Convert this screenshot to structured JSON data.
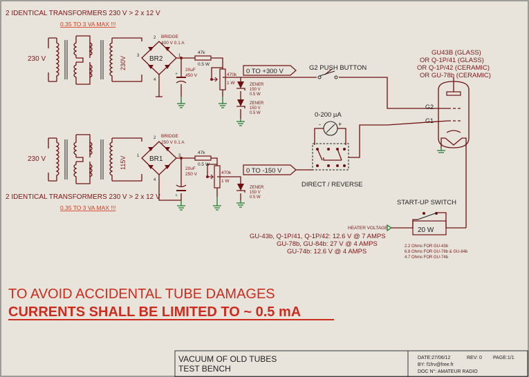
{
  "colors": {
    "background": "#e8e4dc",
    "wire": "#6e1010",
    "label_red": "#cc2b1d",
    "ground_green": "#1a7a2a"
  },
  "top_supply": {
    "transformer_title": "2 IDENTICAL TRANSFORMERS 230 V > 2 x 12 V",
    "va_note": "0.35 TO 3 VA MAX !!!",
    "input_voltage": "230 V",
    "secondary_label": "230V",
    "bridge_label": "BRIDGE",
    "bridge_rating": "400 V  0.1 A",
    "bridge_ref": "BR2",
    "resistor_value": "47k",
    "resistor_power": "0.5 W",
    "cap_value": "20uF",
    "cap_voltage": "450 V",
    "pot_value": "470k",
    "pot_power": "1 W",
    "zener1": [
      "ZENER",
      "150 V",
      "0.5 W"
    ],
    "zener2": [
      "ZENER",
      "150 V",
      "0.5 W"
    ],
    "output_label": "0 TO +300 V",
    "pin_numbers": [
      "1",
      "2",
      "3",
      "4"
    ]
  },
  "bottom_supply": {
    "transformer_title": "2 IDENTICAL TRANSFORMERS 230 V > 2 x 12 V",
    "va_note": "0.35 TO 3 VA MAX !!!",
    "input_voltage": "230 V",
    "secondary_label": "115V",
    "bridge_label": "BRIDGE",
    "bridge_rating": "250 V  0.1 A",
    "bridge_ref": "BR1",
    "resistor_value": "47k",
    "resistor_power": "0.5 W",
    "cap_value": "20uF",
    "cap_voltage": "250 V",
    "pot_value": "470k",
    "pot_power": "1 W",
    "zener1": [
      "ZENER",
      "150 V",
      "0.5 W"
    ],
    "output_label": "0 TO -150 V",
    "pin_numbers": [
      "1",
      "2",
      "3",
      "4"
    ]
  },
  "g2_button": "G2 PUSH BUTTON",
  "meter_label": "0-200 µA",
  "meter_signs": [
    "-",
    "+"
  ],
  "switch_label": "DIRECT / REVERSE",
  "tube_labels": [
    "GU43B (GLASS)",
    "OR Q-1P/41 (GLASS)",
    "OR Q-1P/42 (CERAMIC)",
    "OR GU-78b (CERAMIC)"
  ],
  "grid_labels": [
    "G2",
    "G1"
  ],
  "startup_switch": "START-UP SWITCH",
  "heater_voltage_label": "HEATER VOLTAGE",
  "heater_resistor": "20 W",
  "heater_specs": [
    "GU-43b, Q-1P/41, Q-1P/42: 12.6 V @ 7 AMPS",
    "GU-78b, GU-84b: 27 V @ 4 AMPS",
    "GU-74b: 12.6 V @ 4 AMPS"
  ],
  "heater_ohms": [
    "2.2 Ohms FOR GU-43b",
    "6.8 Ohms FOR GU-78b & GU-84b",
    "4.7 Ohms FOR GU-74b"
  ],
  "warning_line1": "TO AVOID ACCIDENTAL TUBE DAMAGES",
  "warning_line2": "CURRENTS SHALL BE LIMITED TO ~ 0.5 mA",
  "title_block": {
    "title1": "VACUUM OF OLD TUBES",
    "title2": "TEST BENCH",
    "date": "DATE:27/06/12",
    "rev": "REV: 0",
    "page": "PAGE:1/1",
    "by": "BY: f1frv@free.fr",
    "doc": "DOC N°: AMATEUR RADIO"
  }
}
